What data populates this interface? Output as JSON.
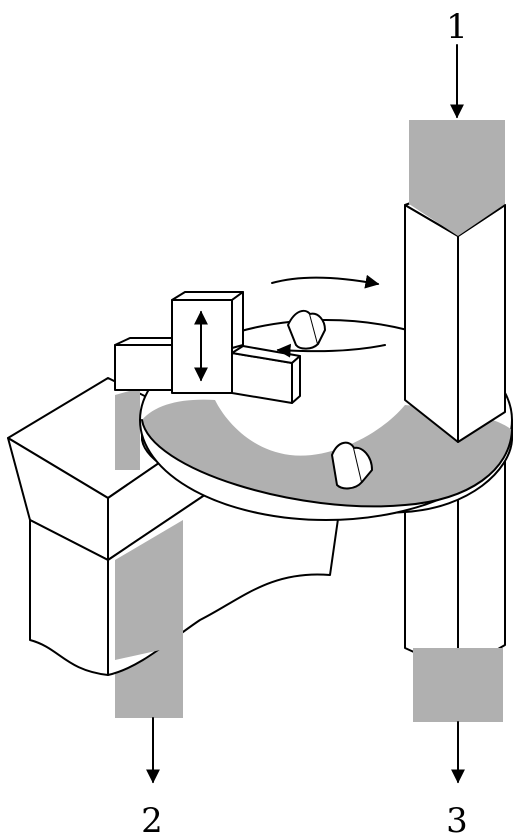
{
  "labels": {
    "input": "1",
    "output_left": "2",
    "output_right": "3"
  },
  "colors": {
    "stream_fill": "#b0b0b0",
    "line": "#000000",
    "background": "#ffffff"
  }
}
